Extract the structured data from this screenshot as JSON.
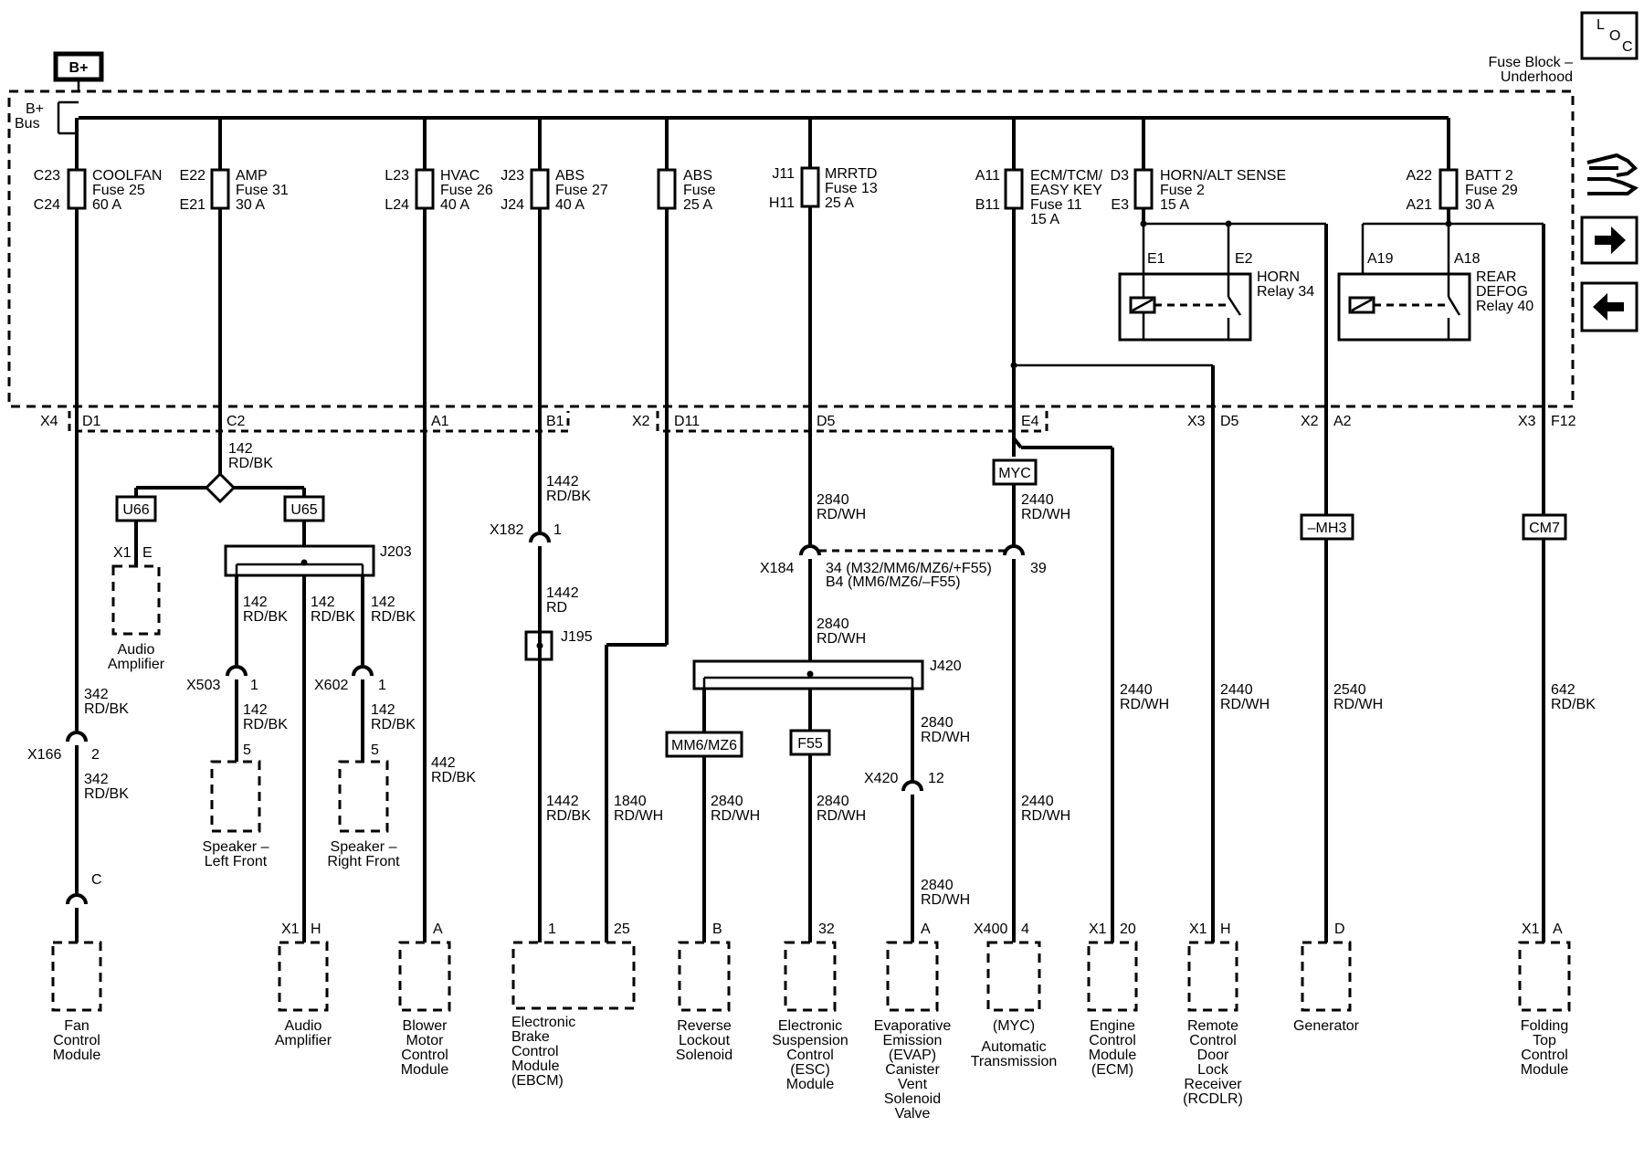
{
  "bplus_label": "B+",
  "bus_label": [
    "B+",
    "Bus"
  ],
  "fuse_block_title": [
    "Fuse Block –",
    "Underhood"
  ],
  "loc_icon": [
    "L",
    "O",
    "C"
  ],
  "fuses": [
    {
      "id": "coolfan",
      "pin_top": "C23",
      "pin_bot": "C24",
      "lines": [
        "COOLFAN",
        "Fuse 25",
        "60 A"
      ]
    },
    {
      "id": "amp",
      "pin_top": "E22",
      "pin_bot": "E21",
      "lines": [
        "AMP",
        "Fuse 31",
        "30 A"
      ]
    },
    {
      "id": "hvac",
      "pin_top": "L23",
      "pin_bot": "L24",
      "lines": [
        "HVAC",
        "Fuse 26",
        "40 A"
      ]
    },
    {
      "id": "abs1",
      "pin_top": "J23",
      "pin_bot": "J24",
      "lines": [
        "ABS",
        "Fuse 27",
        "40 A"
      ]
    },
    {
      "id": "abs2",
      "pin_top": "",
      "pin_bot": "",
      "lines": [
        "ABS",
        "Fuse",
        "25 A"
      ]
    },
    {
      "id": "mrrtd",
      "pin_top": "J11",
      "pin_bot": "H11",
      "lines": [
        "MRRTD",
        "Fuse 13",
        "25 A"
      ]
    },
    {
      "id": "ecm",
      "pin_top": "A11",
      "pin_bot": "B11",
      "lines": [
        "ECM/TCM/",
        "EASY KEY",
        "Fuse 11",
        "15 A"
      ]
    },
    {
      "id": "horn",
      "pin_top": "D3",
      "pin_bot": "E3",
      "lines": [
        "HORN/ALT SENSE",
        "Fuse 2",
        "15 A"
      ]
    },
    {
      "id": "batt2",
      "pin_top": "A22",
      "pin_bot": "A21",
      "lines": [
        "BATT 2",
        "Fuse 29",
        "30 A"
      ]
    }
  ],
  "relays": [
    {
      "id": "horn",
      "pin_a": "E1",
      "pin_b": "E2",
      "lines": [
        "HORN",
        "Relay 34"
      ]
    },
    {
      "id": "defog",
      "pin_a": "A19",
      "pin_b": "A18",
      "lines": [
        "REAR",
        "DEFOG",
        "Relay 40"
      ]
    }
  ],
  "connectors_row": [
    {
      "id": "x4",
      "text": "X4"
    },
    {
      "id": "d1",
      "text": "D1"
    },
    {
      "id": "c2",
      "text": "C2"
    },
    {
      "id": "a1",
      "text": "A1"
    },
    {
      "id": "b1",
      "text": "B1"
    },
    {
      "id": "x2a",
      "text": "X2"
    },
    {
      "id": "d11",
      "text": "D11"
    },
    {
      "id": "d5a",
      "text": "D5"
    },
    {
      "id": "e4",
      "text": "E4"
    },
    {
      "id": "x3a",
      "text": "X3"
    },
    {
      "id": "d5b",
      "text": "D5"
    },
    {
      "id": "x2b",
      "text": "X2"
    },
    {
      "id": "a2",
      "text": "A2"
    },
    {
      "id": "x3b",
      "text": "X3"
    },
    {
      "id": "f12",
      "text": "F12"
    }
  ],
  "options": {
    "u66": "U66",
    "u65": "U65",
    "myc": "MYC",
    "mh3": "–MH3",
    "cm7": "CM7",
    "mm6": "MM6/MZ6",
    "f55": "F55"
  },
  "splices": {
    "j203": "J203",
    "j420": "J420",
    "j195": "J195"
  },
  "wire_labels": {
    "w142_top": [
      "142",
      "RD/BK"
    ],
    "w342_a": [
      "342",
      "RD/BK"
    ],
    "w342_b": [
      "342",
      "RD/BK"
    ],
    "w142_l1": [
      "142",
      "RD/BK"
    ],
    "w142_m": [
      "142",
      "RD/BK"
    ],
    "w142_r1": [
      "142",
      "RD/BK"
    ],
    "w142_l2": [
      "142",
      "RD/BK"
    ],
    "w142_r2": [
      "142",
      "RD/BK"
    ],
    "w442": [
      "442",
      "RD/BK"
    ],
    "w1442_a": [
      "1442",
      "RD/BK"
    ],
    "w1442_b": [
      "1442",
      "RD"
    ],
    "w1442_c": [
      "1442",
      "RD/BK"
    ],
    "w1840": [
      "1840",
      "RD/WH"
    ],
    "w2840_a": [
      "2840",
      "RD/WH"
    ],
    "w2840_b": [
      "2840",
      "RD/WH"
    ],
    "w2840_c": [
      "2840",
      "RD/WH"
    ],
    "w2840_d": [
      "2840",
      "RD/WH"
    ],
    "w2840_e": [
      "2840",
      "RD/WH"
    ],
    "w2840_f": [
      "2840",
      "RD/WH"
    ],
    "w2440_a": [
      "2440",
      "RD/WH"
    ],
    "w2440_b": [
      "2440",
      "RD/WH"
    ],
    "w2440_c": [
      "2440",
      "RD/WH"
    ],
    "w2440_d": [
      "2440",
      "RD/WH"
    ],
    "w2540": [
      "2540",
      "RD/WH"
    ],
    "w642": [
      "642",
      "RD/BK"
    ]
  },
  "inline_connectors": {
    "x166": {
      "name": "X166",
      "pin": "2"
    },
    "c_pin": {
      "name": "",
      "pin": "C"
    },
    "x503": {
      "name": "X503",
      "pin": "1"
    },
    "x602": {
      "name": "X602",
      "pin": "1"
    },
    "x182": {
      "name": "X182",
      "pin": "1"
    },
    "x184": {
      "name": "X184",
      "pin": "34 (M32/MM6/MZ6/+F55)",
      "pin2": "B4 (MM6/MZ6/–F55)",
      "pin3": "39"
    },
    "x420": {
      "name": "X420",
      "pin": "12"
    }
  },
  "audio_amp_top": {
    "conn": "X1",
    "pin": "E",
    "lines": [
      "Audio",
      "Amplifier"
    ]
  },
  "speakers": [
    {
      "id": "lf",
      "pin": "5",
      "lines": [
        "Speaker –",
        "Left Front"
      ]
    },
    {
      "id": "rf",
      "pin": "5",
      "lines": [
        "Speaker –",
        "Right Front"
      ]
    }
  ],
  "components": [
    {
      "id": "fan",
      "conn": "",
      "pin": "",
      "lines": [
        "Fan",
        "Control",
        "Module"
      ]
    },
    {
      "id": "amp",
      "conn": "X1",
      "pin": "H",
      "lines": [
        "Audio",
        "Amplifier"
      ]
    },
    {
      "id": "blower",
      "conn": "",
      "pin": "A",
      "lines": [
        "Blower",
        "Motor",
        "Control",
        "Module"
      ]
    },
    {
      "id": "ebcm",
      "conn": "",
      "pin": "1",
      "pin2": "25",
      "lines": [
        "Electronic",
        "Brake",
        "Control",
        "Module",
        "(EBCM)"
      ]
    },
    {
      "id": "reverse",
      "conn": "",
      "pin": "B",
      "lines": [
        "Reverse",
        "Lockout",
        "Solenoid"
      ]
    },
    {
      "id": "esc",
      "conn": "",
      "pin": "32",
      "lines": [
        "Electronic",
        "Suspension",
        "Control",
        "(ESC)",
        "Module"
      ]
    },
    {
      "id": "evap",
      "conn": "",
      "pin": "A",
      "lines": [
        "Evaporative",
        "Emission",
        "(EVAP)",
        "Canister",
        "Vent",
        "Solenoid",
        "Valve"
      ]
    },
    {
      "id": "trans",
      "conn": "X400",
      "pin": "4",
      "lines": [
        "(MYC)",
        "Automatic",
        "Transmission"
      ]
    },
    {
      "id": "ecm",
      "conn": "X1",
      "pin": "20",
      "lines": [
        "Engine",
        "Control",
        "Module",
        "(ECM)"
      ]
    },
    {
      "id": "rcdlr",
      "conn": "X1",
      "pin": "H",
      "lines": [
        "Remote",
        "Control",
        "Door",
        "Lock",
        "Receiver",
        "(RCDLR)"
      ]
    },
    {
      "id": "gen",
      "conn": "",
      "pin": "D",
      "lines": [
        "Generator"
      ]
    },
    {
      "id": "fold",
      "conn": "X1",
      "pin": "A",
      "lines": [
        "Folding",
        "Top",
        "Control",
        "Module"
      ]
    }
  ],
  "icons": [
    "loc-icon",
    "connector-end-view-icon",
    "next-arrow-icon",
    "previous-arrow-icon"
  ]
}
